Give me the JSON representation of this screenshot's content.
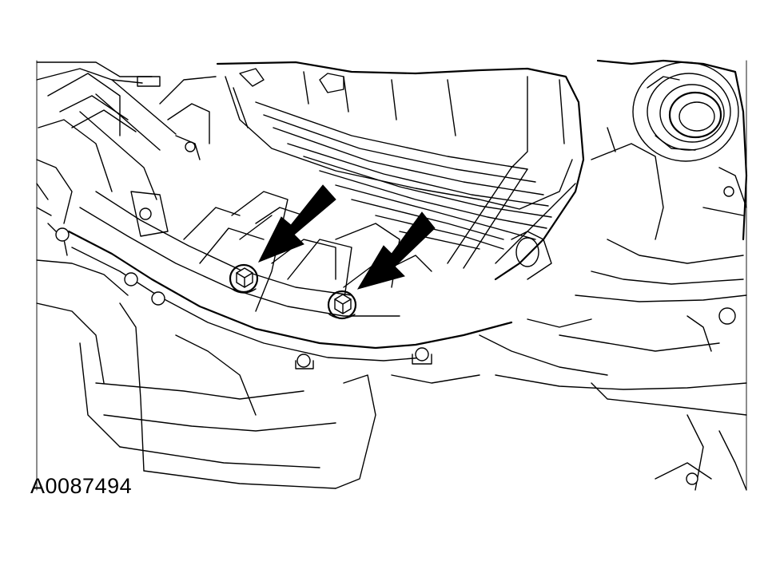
{
  "figure": {
    "id_label": "A0087494"
  },
  "colors": {
    "line": "#000000",
    "background": "#ffffff"
  },
  "callouts": [
    {
      "name": "arrow-to-left-bolt",
      "icon": "arrow-icon"
    },
    {
      "name": "arrow-to-right-bolt",
      "icon": "arrow-icon"
    }
  ],
  "bolts": [
    {
      "name": "left-bolt",
      "icon": "hex-bolt-icon"
    },
    {
      "name": "right-bolt",
      "icon": "hex-bolt-icon"
    }
  ]
}
